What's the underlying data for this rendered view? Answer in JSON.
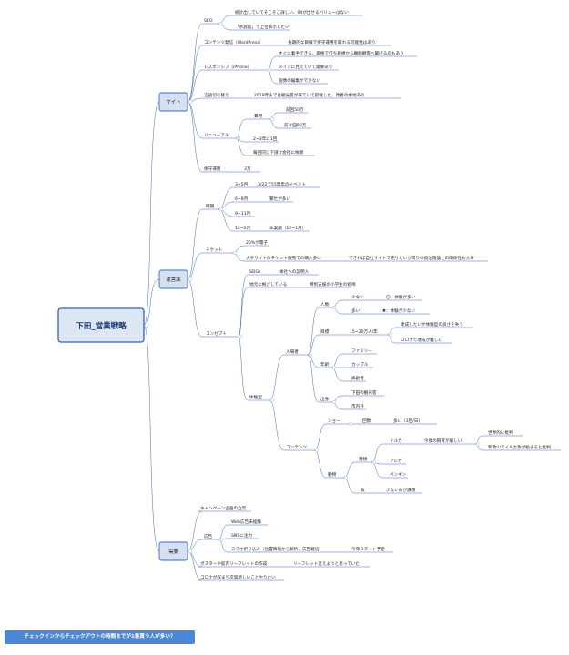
{
  "map": {
    "root": "下田_営業戦略",
    "branches": {
      "site": {
        "label": "サイト",
        "seo": {
          "label": "SEO",
          "items": [
            "統計出していてそこそこ詳しい、04が出せるバリューはない",
            "「水族館」で上位表示したい"
          ]
        },
        "content": {
          "label": "コンテンツ発信（WordPress）",
          "note": "長期的な目線で保守運用を取れる可能性はあり"
        },
        "responsive": {
          "label": "レスポンシブ（iPhone）",
          "items": [
            "すぐに着手できる、価格で打ち新規から離脱顧客へ繋げるのもあり",
            "メインに見えていて需要あり",
            "画像の編集ができない"
          ]
        },
        "switch": {
          "label": "言語切り替え",
          "note": "2019年までは観光客が来ていて搭載した、改善の余地あり"
        },
        "renewal": {
          "label": "リニューアル",
          "cost_label": "費用",
          "cost_items": [
            "前回50万",
            "前々回90万"
          ],
          "freq": "2~3年に1回",
          "vendor": "毎回同じ下請け会社に依頼"
        },
        "maintenance": {
          "label": "保守運用",
          "value": "3万"
        }
      },
      "ops": {
        "label": "運営面",
        "busy": {
          "label": "時期",
          "items": [
            {
              "label": "3~5月",
              "note": "3/22で55周年のイベント"
            },
            {
              "label": "6~8月",
              "note": "繁忙が多い"
            },
            {
              "label": "9~11月",
              "note": ""
            },
            {
              "label": "12~2月",
              "note": "休業期（12~1月）"
            }
          ]
        },
        "ticket": {
          "label": "チケット",
          "rate": "20%が電子",
          "buy_label": "大手サイトのチケット販売での購入多い",
          "buy_note": "できれば自社サイトで売りたいが周りの宿泊施設との関係性も大事"
        },
        "concept": {
          "label": "コンセプト",
          "sdgs": "SDGs",
          "sdgs_note": "本社への説明入",
          "local": "地元に根ざしている",
          "local_note": "特別支援の小学生の招待",
          "exp": "体験型",
          "visitors": "入場者",
          "people": "人数",
          "few": "少ない",
          "few_note": "〇：体験が多い",
          "many": "多い",
          "many_note": "✖：体験が少ない",
          "target": "目標",
          "target_val": "15~20万人/年",
          "target_notes": [
            "達成したいが体験型の良さを失う",
            "コロナで達成が難しい"
          ],
          "age": "年齢",
          "age_items": [
            "ファミリー",
            "カップル",
            "高齢者"
          ],
          "origin": "出身",
          "origin_items": [
            "下田の観光客",
            "市内外"
          ],
          "contents": "コンテンツ",
          "show": "ショー",
          "show_count": "回数",
          "show_count_note": "多い（3回/日）",
          "animals": "動物",
          "species": "種類",
          "dolphin": "イルカ",
          "dolphin_note": "今後の飼育が厳しい",
          "dolphin_sub": [
            "世界的に批判",
            "和歌山でイルカ漁が始まると批判"
          ],
          "sealion": "アシカ",
          "penguin": "ペンギン",
          "count": "数",
          "count_note": "少ないのが課題"
        }
      },
      "demand": {
        "label": "需要",
        "campaign": "キャンペーン企画の立案",
        "ad": {
          "label": "広告",
          "items": [
            "Web広告未経験",
            "SNSに注力"
          ],
          "smart": "スマホ折り込み（位置情報から解析、広告発信）",
          "smart_note": "今年スタート予定"
        },
        "poster": "ポスターや館内リーフレットの作成",
        "poster_note": "リーフレット変えようと思っていた",
        "corona": "コロナが収まり次第新しいことやりたい"
      }
    }
  },
  "floating_note": "チェックインからチェックアウトの時間までが1番買う人が多い？"
}
